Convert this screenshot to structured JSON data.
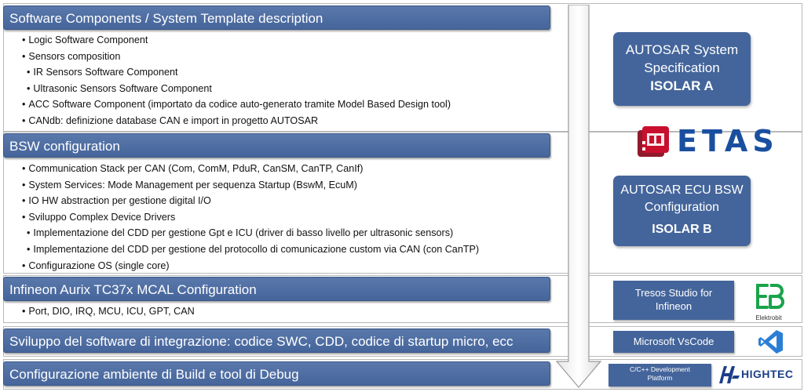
{
  "sections": [
    {
      "title": "Software Components / System Template description",
      "items": [
        {
          "text": "Logic Software Component",
          "level": 1
        },
        {
          "text": "Sensors composition",
          "level": 1
        },
        {
          "text": "IR Sensors Software Component",
          "level": 2
        },
        {
          "text": "Ultrasonic Sensors Software Component",
          "level": 2
        },
        {
          "text": "ACC Software Component (importato da codice auto-generato tramite Model Based Design tool)",
          "level": 1
        },
        {
          "text": "CANdb: definizione database CAN e import in progetto AUTOSAR",
          "level": 1
        }
      ]
    },
    {
      "title": "BSW configuration",
      "items": [
        {
          "text": "Communication Stack per CAN (Com, ComM, PduR, CanSM, CanTP, CanIf)",
          "level": 1
        },
        {
          "text": "System Services: Mode Management per sequenza Startup (BswM, EcuM)",
          "level": 1
        },
        {
          "text": "IO HW abstraction per gestione digital I/O",
          "level": 1
        },
        {
          "text": "Sviluppo Complex Device Drivers",
          "level": 1
        },
        {
          "text": "Implementazione del CDD per gestione Gpt e ICU (driver di basso livello per ultrasonic sensors)",
          "level": 2
        },
        {
          "text": "Implementazione del CDD per gestione del protocollo di comunicazione custom via CAN (con CanTP)",
          "level": 2
        },
        {
          "text": "Configurazione OS (single core)",
          "level": 1
        }
      ]
    },
    {
      "title": "Infineon Aurix TC37x MCAL Configuration",
      "items": [
        {
          "text": "Port, DIO, IRQ, MCU, ICU, GPT, CAN",
          "level": 1
        }
      ]
    },
    {
      "title": "Sviluppo del software di integrazione: codice SWC, CDD, codice di startup micro, ecc",
      "items": []
    },
    {
      "title": "Configurazione ambiente di Build e tool di Debug",
      "items": []
    }
  ],
  "tools": {
    "isolar_a": {
      "line1": "AUTOSAR System",
      "line2": "Specification",
      "bold": "ISOLAR A"
    },
    "etas_logo": {
      "text": "ETAS",
      "color": "#1a4fa0",
      "accent": "#c8102e"
    },
    "isolar_b": {
      "line1": "AUTOSAR ECU BSW",
      "line2": "Configuration",
      "bold": "ISOLAR B"
    },
    "tresos": {
      "line1": "Tresos Studio for",
      "line2": "Infineon",
      "logo_text": "Elektrobit",
      "logo_color": "#1aa34a"
    },
    "vscode": {
      "label": "Microsoft VsCode",
      "logo_color": "#2a7fd4"
    },
    "hightec": {
      "line1": "C/C++ Development",
      "line2": "Platform",
      "logo_text": "HIGHTEC",
      "logo_color": "#1c3f8a"
    }
  }
}
